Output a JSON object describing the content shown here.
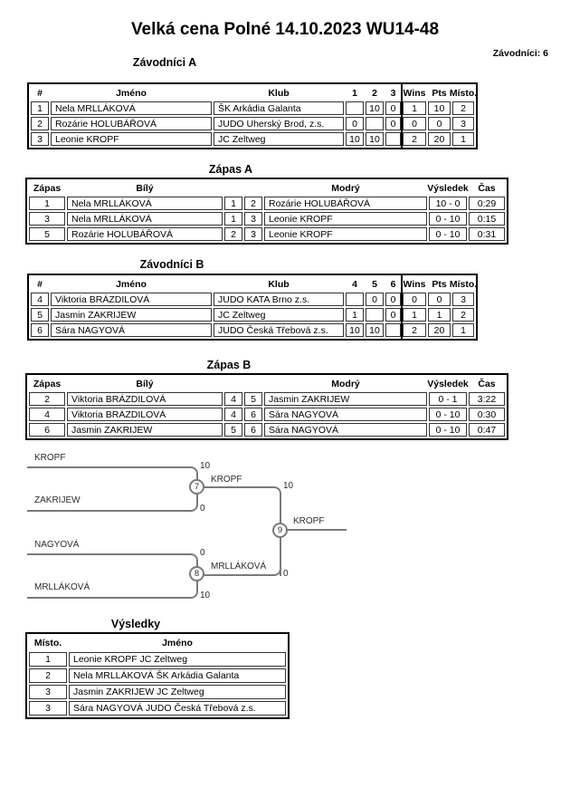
{
  "header": {
    "title": "Velká cena Polné 14.10.2023 WU14-48",
    "competitors_label": "Závodníci: 6"
  },
  "colors": {
    "outer_border": "#000000",
    "cell_border": "#333333",
    "bracket_line": "#7a7a7a"
  },
  "zavodnici_a": {
    "title": "Závodníci A",
    "columns": [
      "#",
      "Jméno",
      "Klub",
      "1",
      "2",
      "3",
      "Wins",
      "Pts",
      "Místo."
    ],
    "rows": [
      [
        "1",
        "Nela MRLLÁKOVÁ",
        "ŠK Arkádia Galanta",
        "",
        "10",
        "0",
        "1",
        "10",
        "2"
      ],
      [
        "2",
        "Rozárie HOLUBÁŘOVÁ",
        "JUDO Uherský Brod, z.s.",
        "0",
        "",
        "0",
        "0",
        "0",
        "3"
      ],
      [
        "3",
        "Leonie KROPF",
        "JC Zeltweg",
        "10",
        "10",
        "",
        "2",
        "20",
        "1"
      ]
    ]
  },
  "zapas_a": {
    "title": "Zápas A",
    "columns": [
      "Zápas",
      "Bílý",
      "",
      "",
      "Modrý",
      "Výsledek",
      "Čas"
    ],
    "rows": [
      [
        "1",
        "Nela MRLLÁKOVÁ",
        "1",
        "2",
        "Rozárie HOLUBÁŘOVÁ",
        "10 - 0",
        "0:29"
      ],
      [
        "3",
        "Nela MRLLÁKOVÁ",
        "1",
        "3",
        "Leonie KROPF",
        "0 - 10",
        "0:15"
      ],
      [
        "5",
        "Rozárie HOLUBÁŘOVÁ",
        "2",
        "3",
        "Leonie KROPF",
        "0 - 10",
        "0:31"
      ]
    ]
  },
  "zavodnici_b": {
    "title": "Závodníci B",
    "columns": [
      "#",
      "Jméno",
      "Klub",
      "4",
      "5",
      "6",
      "Wins",
      "Pts",
      "Místo."
    ],
    "rows": [
      [
        "4",
        "Viktoria BRÁZDILOVÁ",
        "JUDO KATA Brno z.s.",
        "",
        "0",
        "0",
        "0",
        "0",
        "3"
      ],
      [
        "5",
        "Jasmin ZAKRIJEW",
        "JC Zeltweg",
        "1",
        "",
        "0",
        "1",
        "1",
        "2"
      ],
      [
        "6",
        "Sára NAGYOVÁ",
        "JUDO Česká Třebová z.s.",
        "10",
        "10",
        "",
        "2",
        "20",
        "1"
      ]
    ]
  },
  "zapas_b": {
    "title": "Zápas B",
    "columns": [
      "Zápas",
      "Bílý",
      "",
      "",
      "Modrý",
      "Výsledek",
      "Čas"
    ],
    "rows": [
      [
        "2",
        "Viktoria BRÁZDILOVÁ",
        "4",
        "5",
        "Jasmin ZAKRIJEW",
        "0 - 1",
        "3:22"
      ],
      [
        "4",
        "Viktoria BRÁZDILOVÁ",
        "4",
        "6",
        "Sára NAGYOVÁ",
        "0 - 10",
        "0:30"
      ],
      [
        "6",
        "Jasmin ZAKRIJEW",
        "5",
        "6",
        "Sára NAGYOVÁ",
        "0 - 10",
        "0:47"
      ]
    ]
  },
  "bracket": {
    "sf1_top_name": "KROPF",
    "sf1_top_score": "10",
    "sf1_bottom_name": "ZAKRIJEW",
    "sf1_bottom_score": "0",
    "sf1_match": "7",
    "sf1_winner_name": "KROPF",
    "sf1_winner_score": "10",
    "sf2_top_name": "NAGYOVÁ",
    "sf2_top_score": "0",
    "sf2_bottom_name": "MRLLÁKOVÁ",
    "sf2_bottom_score": "10",
    "sf2_match": "8",
    "sf2_winner_name": "MRLLÁKOVÁ",
    "sf2_winner_score": "0",
    "final_match": "9",
    "final_winner_name": "KROPF"
  },
  "vysledky": {
    "title": "Výsledky",
    "columns": [
      "Místo.",
      "Jméno"
    ],
    "rows": [
      [
        "1",
        "Leonie KROPF JC Zeltweg"
      ],
      [
        "2",
        "Nela MRLLÁKOVÁ ŠK Arkádia Galanta"
      ],
      [
        "3",
        "Jasmin ZAKRIJEW JC Zeltweg"
      ],
      [
        "3",
        "Sára NAGYOVÁ JUDO Česká Třebová z.s."
      ]
    ]
  }
}
